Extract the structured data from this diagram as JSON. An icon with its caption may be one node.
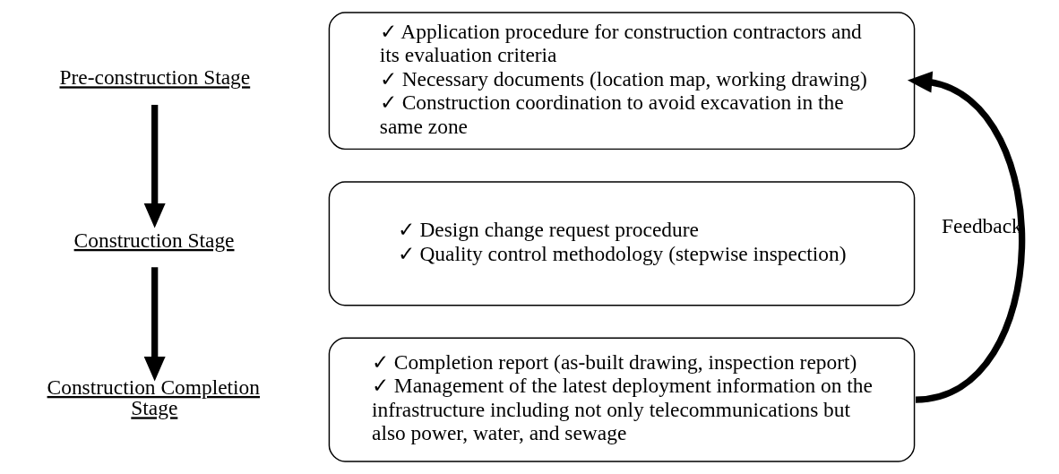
{
  "diagram": {
    "nodes": [
      {
        "text": [
          "Pre-construction Stage"
        ]
      },
      {
        "text": [
          "Construction Stage"
        ]
      },
      {
        "text": [
          "Construction Completion Stage"
        ]
      },
      {
        "text": [
          "✓ Application procedure for construction contractors and its evaluation criteria",
          "✓ Necessary documents (location map, working drawing)",
          "✓ Construction coordination to avoid excavation in the same zone"
        ]
      },
      {
        "text": [
          "✓ Design change request procedure",
          "✓ Quality control methodology (stepwise inspection)"
        ]
      },
      {
        "text": [
          "✓ Completion report (as-built drawing, inspection report)",
          "✓ Management of the latest deployment information on the infrastructure including not only telecommunications but also power, water, and sewage"
        ]
      }
    ],
    "edges": [
      {
        "from": 0,
        "to": 1,
        "arrow": "to"
      },
      {
        "from": 1,
        "to": 2,
        "arrow": "to"
      },
      {
        "from": 5,
        "to": 3,
        "arrow": "to",
        "label": "Feedback"
      }
    ]
  }
}
